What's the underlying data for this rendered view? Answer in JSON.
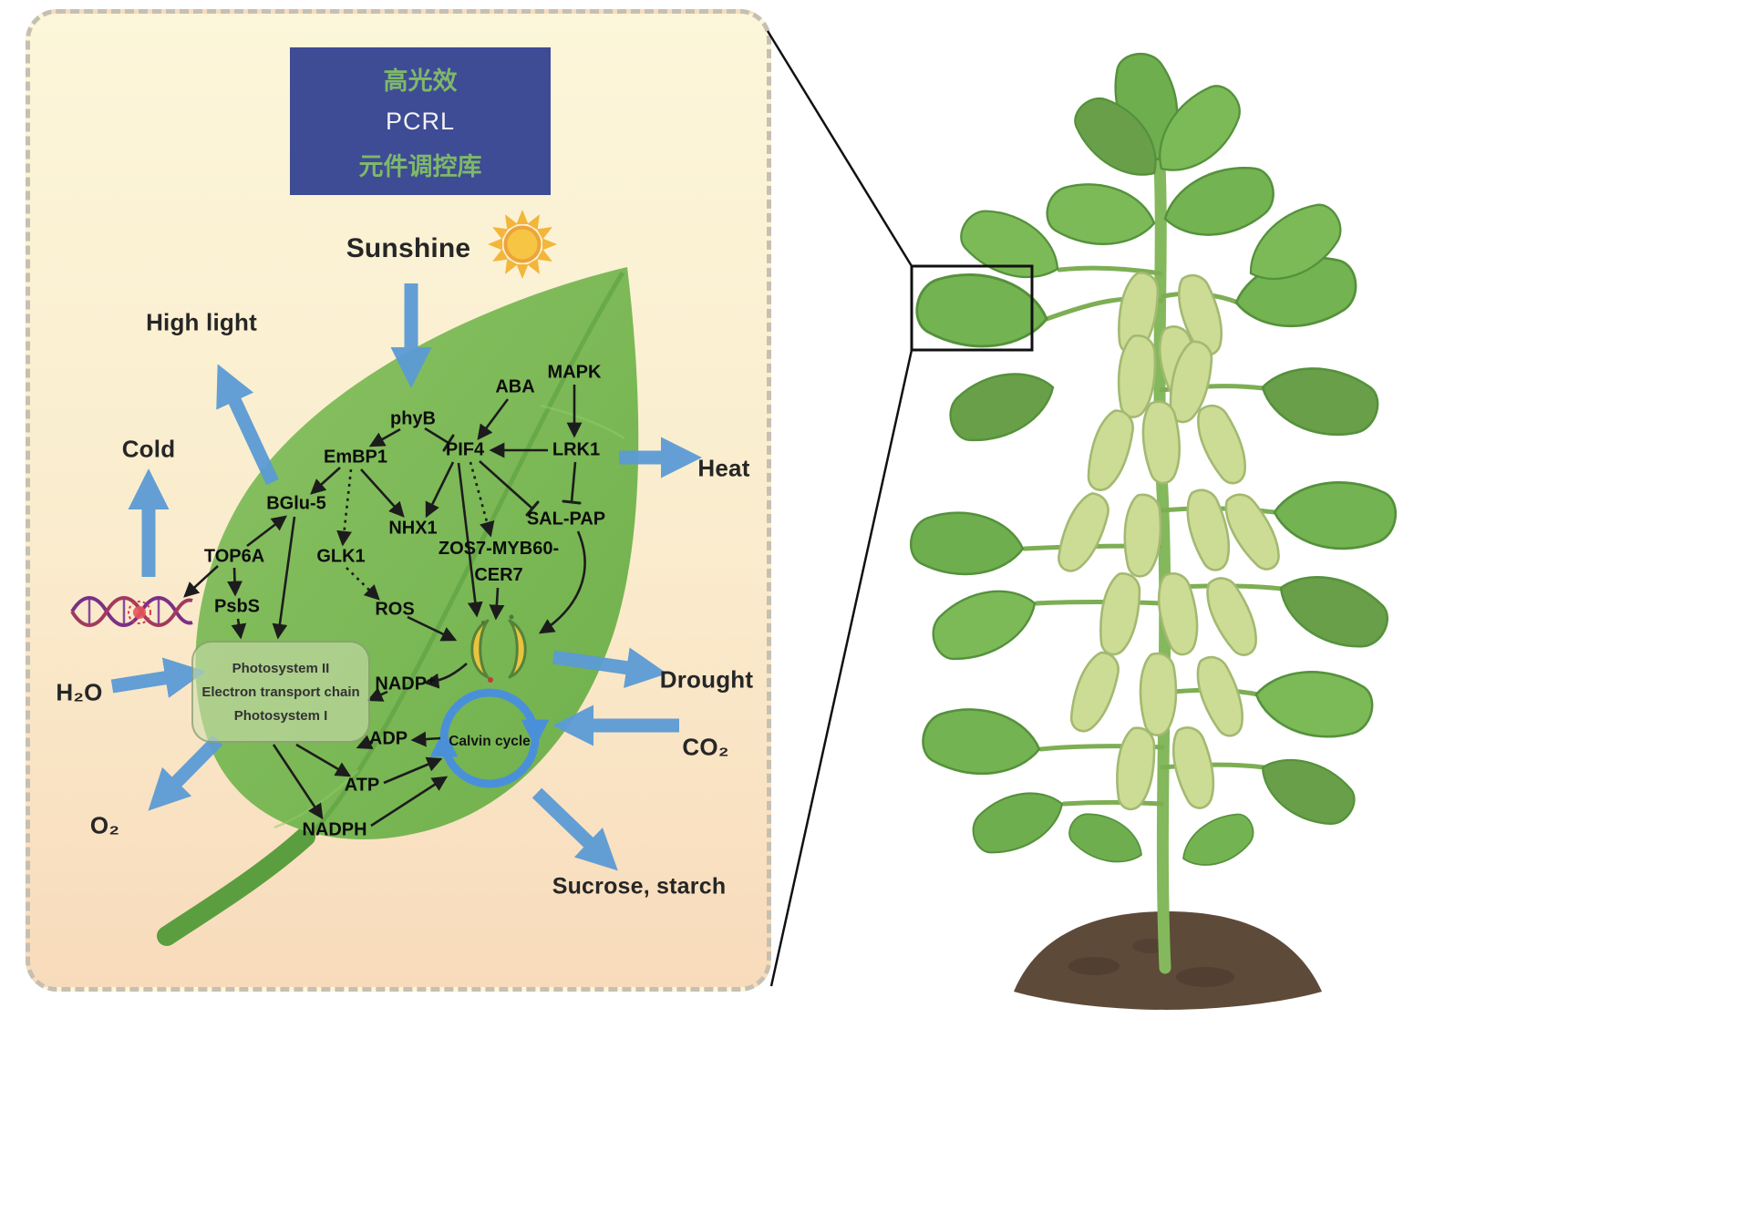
{
  "title_box": {
    "line1": "高光效",
    "line2": "PCRL",
    "line3": "元件调控库"
  },
  "external": {
    "sunshine": "Sunshine",
    "high_light": "High light",
    "cold": "Cold",
    "heat": "Heat",
    "drought": "Drought",
    "co2": "CO₂",
    "h2o": "H₂O",
    "o2": "O₂",
    "sucrose": "Sucrose, starch"
  },
  "genes": {
    "phyb": "phyB",
    "aba": "ABA",
    "mapk": "MAPK",
    "embp1": "EmBP1",
    "pif4": "PIF4",
    "lrk1": "LRK1",
    "bglu5": "BGlu-5",
    "nhx1": "NHX1",
    "salpap": "SAL-PAP",
    "glk1": "GLK1",
    "zos7_line1": "ZOS7-MYB60-",
    "zos7_line2": "CER7",
    "top6a": "TOP6A",
    "psbs": "PsbS",
    "ros": "ROS"
  },
  "photosynthesis": {
    "ps2": "Photosystem II",
    "etc": "Electron transport chain",
    "ps1": "Photosystem I",
    "nadp": "NADP⁺",
    "adp": "ADP",
    "atp": "ATP",
    "nadph": "NADPH",
    "calvin": "Calvin cycle"
  },
  "icons": {
    "sun": "sun-icon",
    "dna": "dna-double-helix-icon",
    "chloroplast": "chloroplast-icon"
  },
  "colors": {
    "arrow_blue": "#5b9bd5",
    "leaf_green": "#7cba55",
    "plant_green": "#6fae4e",
    "pod_green": "#ccdc95",
    "title_bg": "#3e4b95",
    "title_text_green": "#7eb869",
    "panel_bg_top": "#fcf6da",
    "panel_bg_bottom": "#f8dbbb",
    "soil_brown": "#5d4a39"
  }
}
